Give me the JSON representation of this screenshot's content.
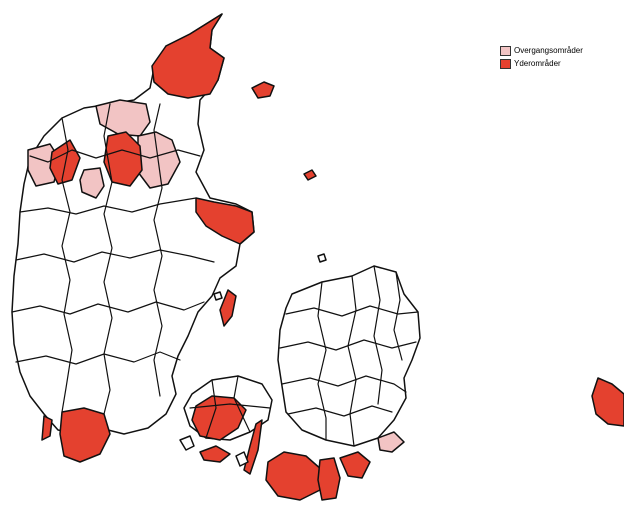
{
  "legend": {
    "items": [
      {
        "label": "Overgangsområder",
        "color": "#f2c4c4",
        "category": "overgang"
      },
      {
        "label": "Yderområder",
        "color": "#e4412f",
        "category": "yder"
      }
    ]
  },
  "colors": {
    "default_fill": "#ffffff",
    "outline": "#111111"
  },
  "map": {
    "regions": [
      "skagen-frederikshavn",
      "thisted-hanstholm",
      "morsoe",
      "aalborg-hinterland",
      "hjorring-west",
      "djursland",
      "samsoe",
      "als-south",
      "sydfyn",
      "langeland",
      "aeroe",
      "lolland",
      "falster",
      "moen",
      "bornholm",
      "laesoe",
      "anholt"
    ]
  }
}
